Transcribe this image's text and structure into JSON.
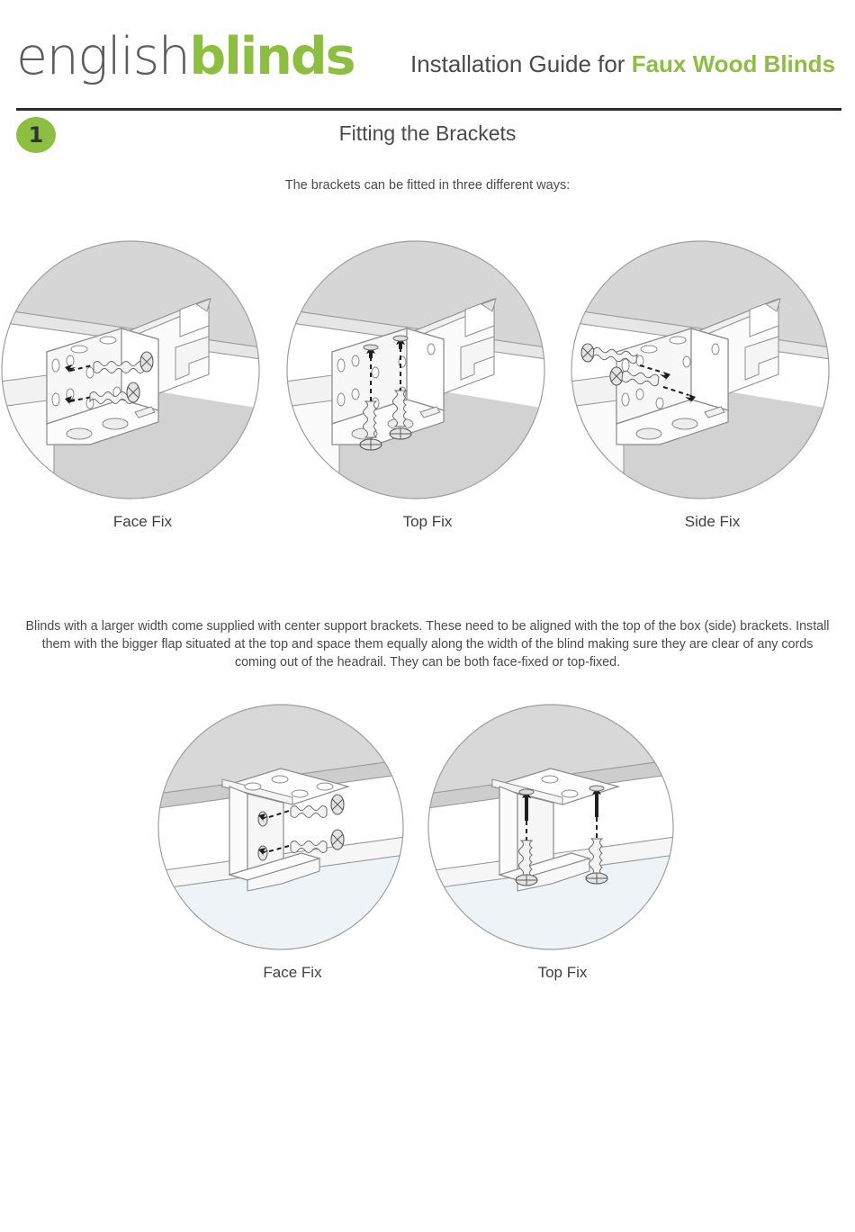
{
  "header": {
    "logo_primary": "english",
    "logo_accent": "blinds",
    "title_plain": "Installation Guide for ",
    "title_accent": "Faux Wood Blinds",
    "accent_color": "#8CBE3F",
    "rule_color": "#2b2b2b"
  },
  "step": {
    "number": "1",
    "title": "Fitting the Brackets",
    "intro": "The brackets can be fitted in three different ways:"
  },
  "figures_top": [
    {
      "caption": "Face Fix",
      "illustration": "bracket-face-fix-diagram"
    },
    {
      "caption": "Top Fix",
      "illustration": "bracket-top-fix-diagram"
    },
    {
      "caption": "Side Fix",
      "illustration": "bracket-side-fix-diagram"
    }
  ],
  "note": "Blinds with a larger width come supplied with center support brackets. These need to be aligned with the top of the box (side) brackets. Install them with the bigger flap situated at the top and space them equally along the width of the blind making sure they are clear of any cords coming out of the headrail. They can be both face-fixed or top-fixed.",
  "figures_bottom": [
    {
      "caption": "Face Fix",
      "illustration": "center-support-face-fix-diagram"
    },
    {
      "caption": "Top Fix",
      "illustration": "center-support-top-fix-diagram"
    }
  ],
  "colors": {
    "wall_light": "#eeeeee",
    "wall_mid": "#d9d9d9",
    "wall_shadow": "#cfcfcf",
    "metal_line": "#8a8a8a",
    "screw_dark": "#1f1f1f",
    "text": "#4a4a4a"
  }
}
